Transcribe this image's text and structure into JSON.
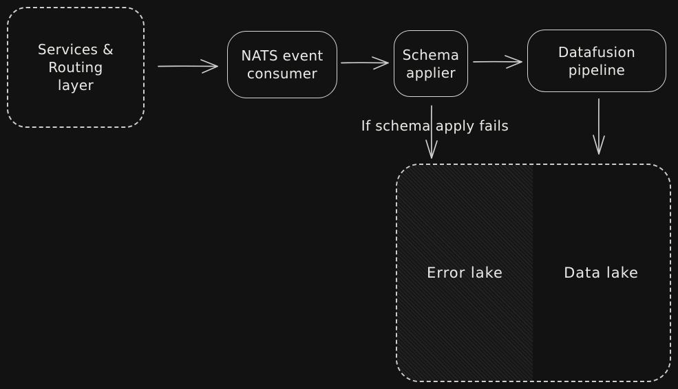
{
  "diagram": {
    "nodes": {
      "services": {
        "lines": [
          "Services & Routing",
          "layer"
        ],
        "border": "dashed"
      },
      "nats": {
        "lines": [
          "NATS event",
          "consumer"
        ],
        "border": "solid"
      },
      "schema": {
        "lines": [
          "Schema",
          "applier"
        ],
        "border": "solid"
      },
      "datafusion": {
        "lines": [
          "Datafusion pipeline"
        ],
        "border": "solid"
      }
    },
    "edges": {
      "fail_label": "If schema apply fails"
    },
    "lakes": {
      "error": "Error lake",
      "data": "Data lake"
    },
    "colors": {
      "canvas": "#121212",
      "stroke": "#d6d6d6",
      "text": "#eceae6",
      "hatch_line": "#242424",
      "hatch_base": "#161616"
    }
  }
}
